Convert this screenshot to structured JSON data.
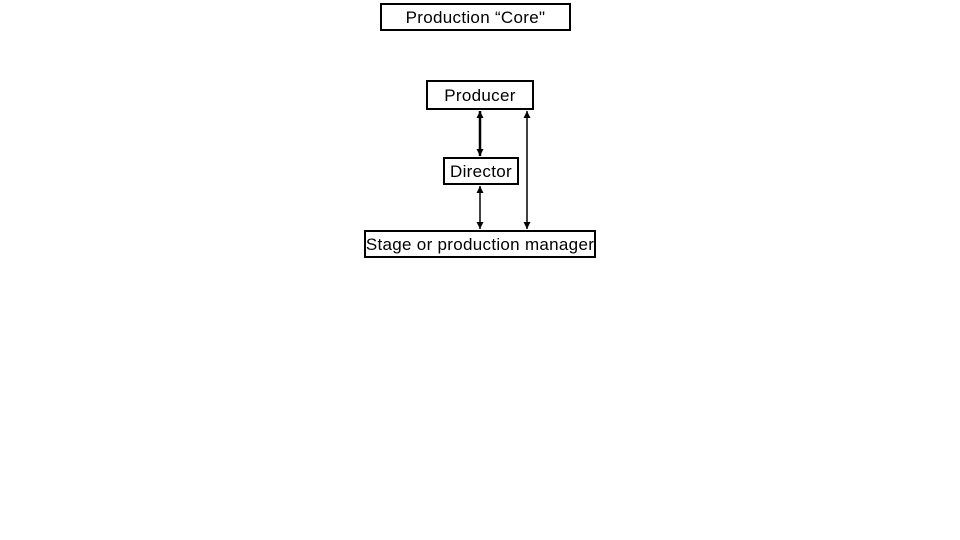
{
  "canvas": {
    "background_color": "#ffffff",
    "line_color": "#000000"
  },
  "diagram": {
    "title": {
      "label": "Production “Core\""
    },
    "nodes": [
      {
        "id": "producer",
        "label": "Producer"
      },
      {
        "id": "director",
        "label": "Director"
      },
      {
        "id": "stage-manager",
        "label": "Stage or production manager"
      }
    ],
    "edges": [
      {
        "from": "producer",
        "to": "director",
        "direction": "bidirectional",
        "weight": "thick"
      },
      {
        "from": "director",
        "to": "stage-manager",
        "direction": "bidirectional",
        "weight": "thin"
      },
      {
        "from": "producer",
        "to": "stage-manager",
        "direction": "bidirectional",
        "weight": "thin"
      }
    ]
  }
}
